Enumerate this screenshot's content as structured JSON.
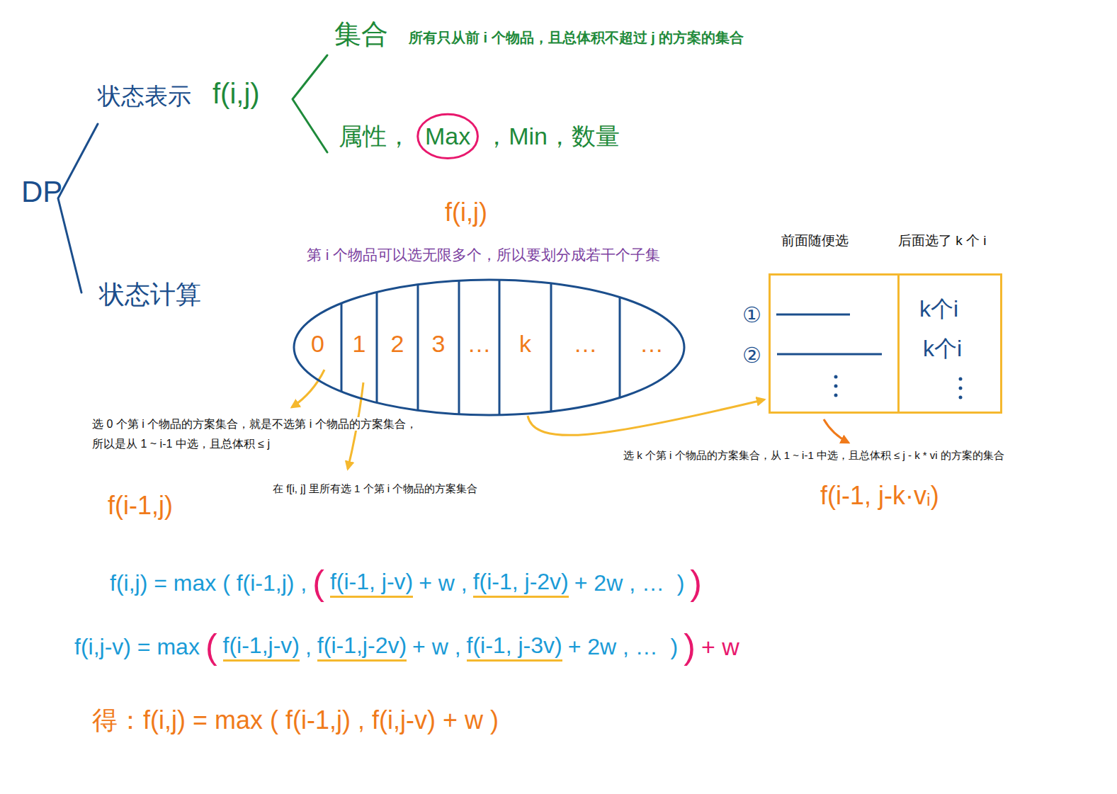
{
  "diagram": {
    "nodes": [
      {
        "text": [
          "0",
          "1",
          "2",
          "3",
          "…",
          "k",
          "…",
          "…"
        ]
      },
      {
        "text": [
          "前面随便选",
          "①",
          "②"
        ]
      },
      {
        "text": [
          "后面选了 k 个 i",
          "k个i",
          "k个i"
        ]
      },
      {
        "text": [
          "Max"
        ]
      }
    ],
    "edges": [
      {
        "from": 0,
        "to": 1,
        "arrow": "to"
      }
    ],
    "labels": [
      "DP",
      "状态表示",
      "f(i,j)",
      "集合",
      "所有只从前 i 个物品，且总体积不超过 j 的方案的集合",
      "属性，",
      "，Min，数量",
      "状态计算",
      "f(i,j)",
      "第 i 个物品可以选无限多个，所以要划分成若干个子集",
      "选 0 个第 i 个物品的方案集合，就是不选第 i 个物品的方案集合，",
      "所以是从 1 ~ i-1 中选，且总体积 ≤ j",
      "在 f[i, j] 里所有选 1 个第 i 个物品的方案集合",
      "选 k 个第 i 个物品的方案集合，从 1 ~ i-1 中选，且总体积 ≤ j - k * vi 的方案的集合",
      "f(i-1,j)",
      "f(i-1, j-k·vᵢ)",
      "f(i,j) = max ( f(i-1,j) ,",
      "(",
      "f(i-1, j-v)",
      "+ w ,",
      "f(i-1, j-2v)",
      "+ 2w , …  )",
      ")",
      "f(i,j-v) = max",
      "(",
      "f(i-1,j-v)",
      ",",
      "f(i-1,j-2v)",
      "+ w ,",
      "f(i-1, j-3v)",
      "+ 2w , …  )",
      ")",
      "+ w",
      "得：f(i,j) = max ( f(i-1,j) , f(i,j-v) + w )"
    ]
  }
}
